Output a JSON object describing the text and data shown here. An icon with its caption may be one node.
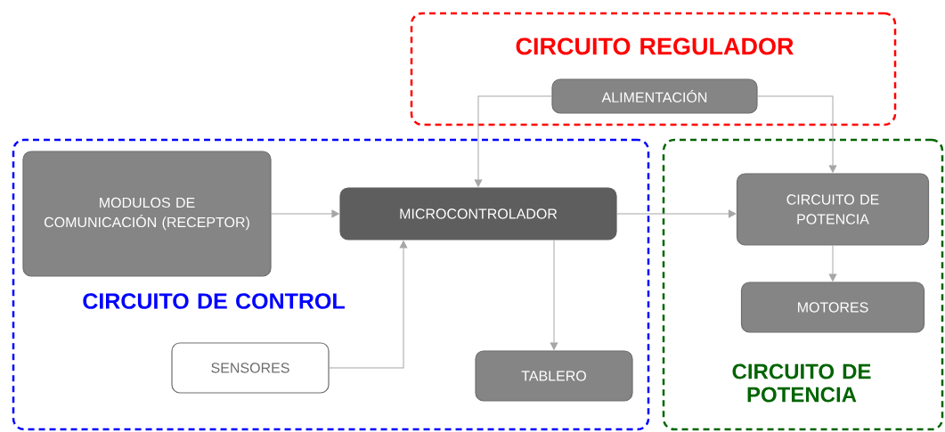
{
  "diagram": {
    "nodes": [
      {
        "text": [
          "CIRCUITO REGULADOR"
        ]
      },
      {
        "text": [
          "ALIMENTACIÓN"
        ],
        "in": 0
      },
      {
        "text": [
          "CIRCUITO DE CONTROL"
        ]
      },
      {
        "text": [
          "MODULOS DE COMUNICACIÓN (RECEPTOR)"
        ],
        "in": 2
      },
      {
        "text": [
          "MICROCONTROLADOR"
        ],
        "in": 2
      },
      {
        "text": [
          "SENSORES"
        ],
        "in": 2
      },
      {
        "text": [
          "TABLERO"
        ],
        "in": 2
      },
      {
        "text": [
          "CIRCUITO DE POTENCIA"
        ]
      },
      {
        "text": [
          "CIRCUITO DE POTENCIA"
        ],
        "in": 7
      },
      {
        "text": [
          "MOTORES"
        ],
        "in": 7
      }
    ],
    "edges": [
      {
        "from": 1,
        "to": 4,
        "arrow": "to"
      },
      {
        "from": 1,
        "to": 8,
        "arrow": "to"
      },
      {
        "from": 3,
        "to": 4,
        "arrow": "to"
      },
      {
        "from": 5,
        "to": 4,
        "arrow": "to"
      },
      {
        "from": 4,
        "to": 6,
        "arrow": "to"
      },
      {
        "from": 4,
        "to": 8,
        "arrow": "to"
      },
      {
        "from": 8,
        "to": 9,
        "arrow": "to"
      }
    ]
  }
}
